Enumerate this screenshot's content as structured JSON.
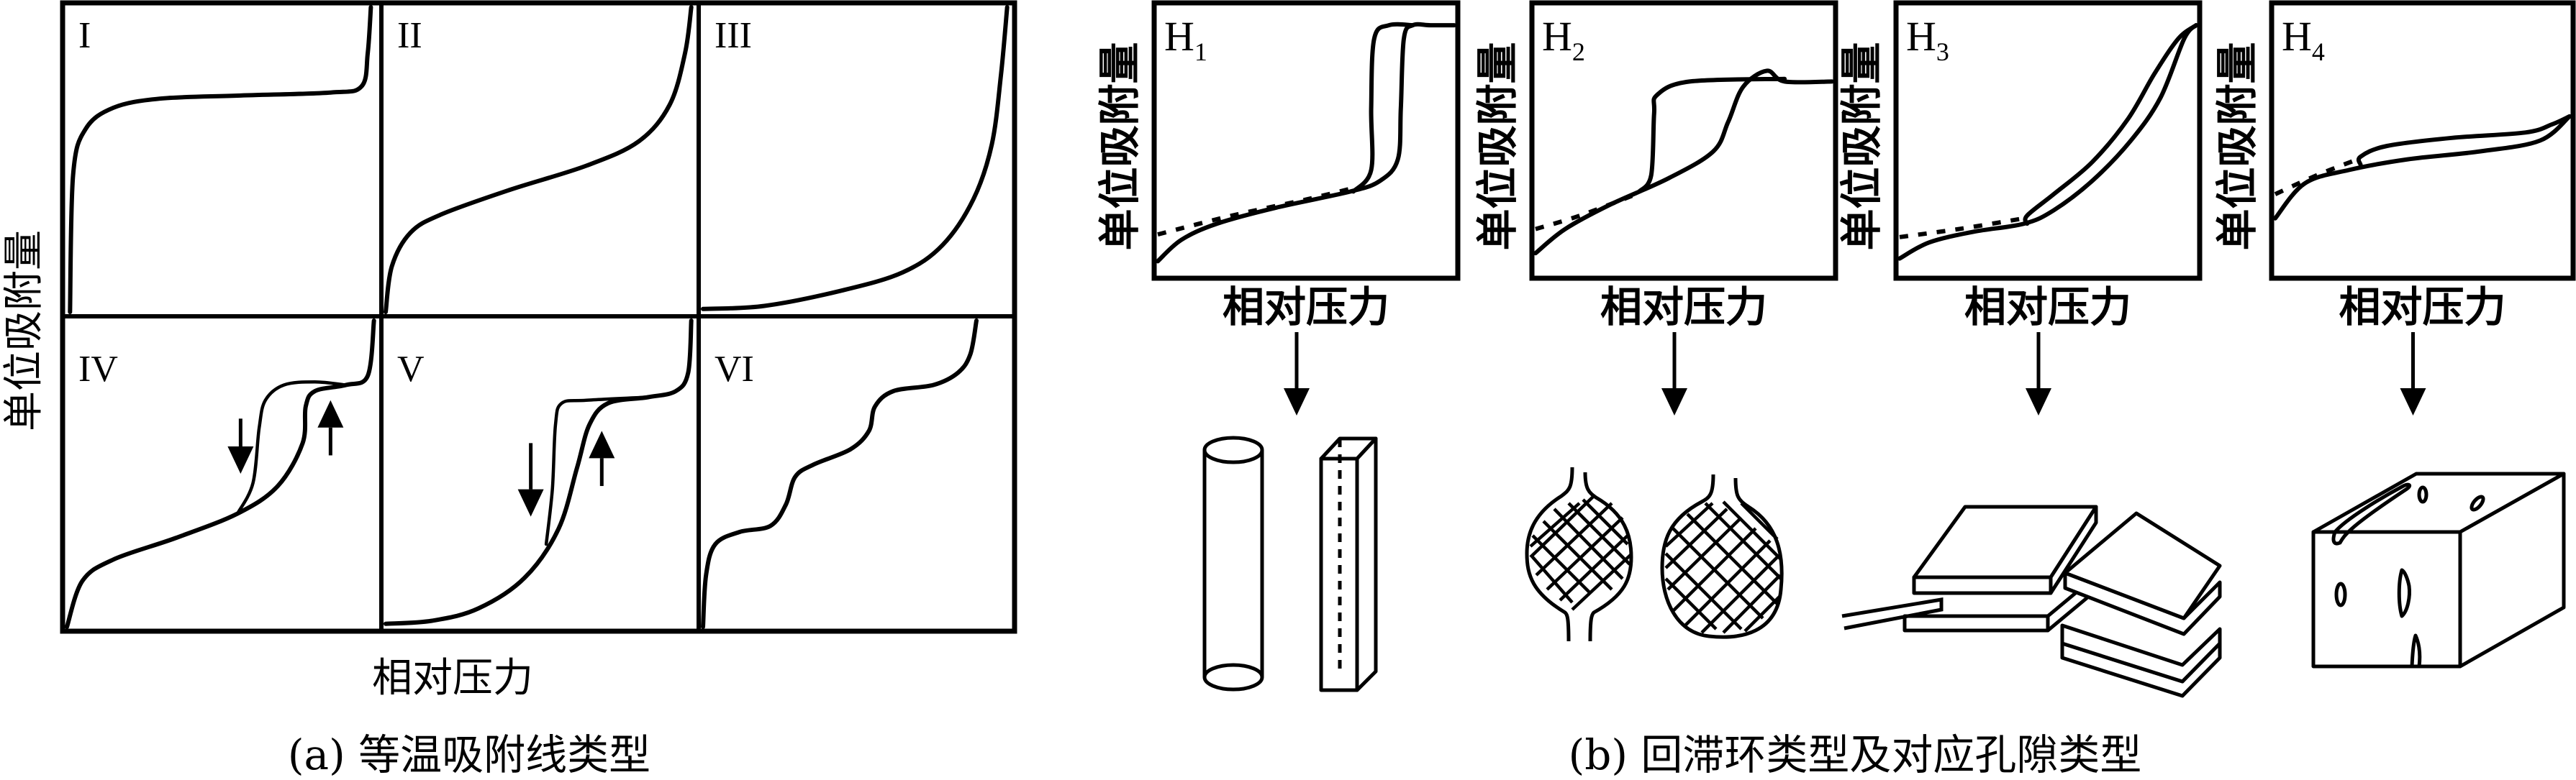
{
  "figure": {
    "panel_a": {
      "caption": "(a) 等温吸附线类型",
      "x_label": "相对压力",
      "y_label": "单位吸附量",
      "subplots": [
        {
          "id": "I",
          "label": "I",
          "type": "isotherm",
          "curves": [
            {
              "style": "solid",
              "points": [
                [
                  0.01,
                  0.0
                ],
                [
                  0.02,
                  0.45
                ],
                [
                  0.06,
                  0.6
                ],
                [
                  0.15,
                  0.67
                ],
                [
                  0.3,
                  0.7
                ],
                [
                  0.55,
                  0.71
                ],
                [
                  0.85,
                  0.72
                ],
                [
                  0.95,
                  0.74
                ],
                [
                  0.97,
                  0.85
                ],
                [
                  0.98,
                  1.0
                ]
              ]
            }
          ]
        },
        {
          "id": "II",
          "label": "II",
          "type": "isotherm",
          "curves": [
            {
              "style": "solid",
              "points": [
                [
                  0.0,
                  0.0
                ],
                [
                  0.02,
                  0.15
                ],
                [
                  0.08,
                  0.26
                ],
                [
                  0.18,
                  0.32
                ],
                [
                  0.4,
                  0.4
                ],
                [
                  0.65,
                  0.48
                ],
                [
                  0.82,
                  0.56
                ],
                [
                  0.92,
                  0.68
                ],
                [
                  0.97,
                  0.85
                ],
                [
                  0.99,
                  1.0
                ]
              ]
            }
          ]
        },
        {
          "id": "III",
          "label": "III",
          "type": "isotherm",
          "curves": [
            {
              "style": "solid",
              "points": [
                [
                  0.0,
                  0.01
                ],
                [
                  0.2,
                  0.02
                ],
                [
                  0.45,
                  0.07
                ],
                [
                  0.65,
                  0.13
                ],
                [
                  0.78,
                  0.22
                ],
                [
                  0.88,
                  0.37
                ],
                [
                  0.94,
                  0.55
                ],
                [
                  0.97,
                  0.78
                ],
                [
                  0.99,
                  1.0
                ]
              ]
            }
          ]
        },
        {
          "id": "IV",
          "label": "IV",
          "type": "isotherm-hysteresis",
          "curves": [
            {
              "style": "solid",
              "role": "adsorption",
              "points": [
                [
                  0.0,
                  0.0
                ],
                [
                  0.05,
                  0.15
                ],
                [
                  0.15,
                  0.22
                ],
                [
                  0.35,
                  0.29
                ],
                [
                  0.55,
                  0.37
                ],
                [
                  0.68,
                  0.46
                ],
                [
                  0.76,
                  0.6
                ],
                [
                  0.77,
                  0.72
                ],
                [
                  0.8,
                  0.77
                ],
                [
                  0.9,
                  0.79
                ],
                [
                  0.97,
                  0.82
                ],
                [
                  0.99,
                  1.0
                ]
              ]
            },
            {
              "style": "solid",
              "role": "desorption",
              "points": [
                [
                  0.55,
                  0.37
                ],
                [
                  0.6,
                  0.47
                ],
                [
                  0.62,
                  0.65
                ],
                [
                  0.64,
                  0.74
                ],
                [
                  0.7,
                  0.79
                ],
                [
                  0.8,
                  0.8
                ],
                [
                  0.9,
                  0.79
                ]
              ]
            }
          ],
          "arrows": [
            {
              "direction": "down",
              "x": 0.56,
              "y_from": 0.68,
              "y_to": 0.5
            },
            {
              "direction": "up",
              "x": 0.85,
              "y_from": 0.56,
              "y_to": 0.74
            }
          ]
        },
        {
          "id": "V",
          "label": "V",
          "type": "isotherm-hysteresis",
          "curves": [
            {
              "style": "solid",
              "role": "adsorption",
              "points": [
                [
                  0.0,
                  0.01
                ],
                [
                  0.15,
                  0.02
                ],
                [
                  0.3,
                  0.06
                ],
                [
                  0.45,
                  0.16
                ],
                [
                  0.56,
                  0.32
                ],
                [
                  0.62,
                  0.52
                ],
                [
                  0.66,
                  0.66
                ],
                [
                  0.72,
                  0.73
                ],
                [
                  0.85,
                  0.75
                ],
                [
                  0.94,
                  0.77
                ],
                [
                  0.98,
                  0.83
                ],
                [
                  0.99,
                  1.0
                ]
              ]
            },
            {
              "style": "solid",
              "role": "desorption",
              "points": [
                [
                  0.52,
                  0.27
                ],
                [
                  0.54,
                  0.45
                ],
                [
                  0.55,
                  0.66
                ],
                [
                  0.57,
                  0.73
                ],
                [
                  0.65,
                  0.74
                ],
                [
                  0.85,
                  0.75
                ]
              ]
            }
          ],
          "arrows": [
            {
              "direction": "down",
              "x": 0.47,
              "y_from": 0.6,
              "y_to": 0.36
            },
            {
              "direction": "up",
              "x": 0.7,
              "y_from": 0.46,
              "y_to": 0.64
            }
          ]
        },
        {
          "id": "VI",
          "label": "VI",
          "type": "isotherm-stepwise",
          "curves": [
            {
              "style": "solid",
              "points": [
                [
                  0.0,
                  0.0
                ],
                [
                  0.01,
                  0.17
                ],
                [
                  0.04,
                  0.27
                ],
                [
                  0.12,
                  0.31
                ],
                [
                  0.22,
                  0.33
                ],
                [
                  0.27,
                  0.4
                ],
                [
                  0.3,
                  0.49
                ],
                [
                  0.36,
                  0.53
                ],
                [
                  0.48,
                  0.58
                ],
                [
                  0.54,
                  0.64
                ],
                [
                  0.56,
                  0.72
                ],
                [
                  0.62,
                  0.77
                ],
                [
                  0.75,
                  0.79
                ],
                [
                  0.83,
                  0.83
                ],
                [
                  0.87,
                  0.89
                ],
                [
                  0.89,
                  1.0
                ]
              ]
            }
          ]
        }
      ]
    },
    "panel_b": {
      "caption": "(b) 回滞环类型及对应孔隙类型",
      "x_label": "相对压力",
      "y_label": "单位吸附量",
      "loops": [
        {
          "id": "H1",
          "label": "H",
          "subscript": "1",
          "pore_type": "cylindrical-and-prismatic-pores",
          "curves": [
            {
              "style": "solid",
              "role": "adsorption",
              "points": [
                [
                  0.0,
                  0.05
                ],
                [
                  0.08,
                  0.13
                ],
                [
                  0.2,
                  0.19
                ],
                [
                  0.4,
                  0.25
                ],
                [
                  0.65,
                  0.31
                ],
                [
                  0.75,
                  0.35
                ],
                [
                  0.81,
                  0.43
                ],
                [
                  0.82,
                  0.62
                ],
                [
                  0.83,
                  0.88
                ],
                [
                  0.86,
                  0.93
                ],
                [
                  0.92,
                  0.93
                ],
                [
                  1.0,
                  0.93
                ]
              ]
            },
            {
              "style": "solid",
              "role": "desorption",
              "points": [
                [
                  0.66,
                  0.31
                ],
                [
                  0.72,
                  0.39
                ],
                [
                  0.72,
                  0.62
                ],
                [
                  0.73,
                  0.88
                ],
                [
                  0.78,
                  0.93
                ],
                [
                  0.86,
                  0.93
                ]
              ]
            },
            {
              "style": "dashed",
              "role": "low-pressure-closure",
              "points": [
                [
                  0.0,
                  0.15
                ],
                [
                  0.25,
                  0.22
                ],
                [
                  0.5,
                  0.28
                ],
                [
                  0.65,
                  0.32
                ]
              ]
            }
          ]
        },
        {
          "id": "H2",
          "label": "H",
          "subscript": "2",
          "pore_type": "ink-bottle-pores",
          "curves": [
            {
              "style": "solid",
              "role": "adsorption",
              "points": [
                [
                  0.0,
                  0.08
                ],
                [
                  0.1,
                  0.17
                ],
                [
                  0.25,
                  0.26
                ],
                [
                  0.45,
                  0.36
                ],
                [
                  0.6,
                  0.46
                ],
                [
                  0.65,
                  0.57
                ],
                [
                  0.7,
                  0.7
                ],
                [
                  0.78,
                  0.76
                ],
                [
                  0.84,
                  0.72
                ],
                [
                  1.0,
                  0.72
                ]
              ]
            },
            {
              "style": "solid",
              "role": "desorption",
              "points": [
                [
                  0.35,
                  0.31
                ],
                [
                  0.39,
                  0.37
                ],
                [
                  0.4,
                  0.6
                ],
                [
                  0.41,
                  0.67
                ],
                [
                  0.52,
                  0.72
                ],
                [
                  0.84,
                  0.73
                ]
              ]
            },
            {
              "style": "dashed",
              "role": "low-pressure-closure",
              "points": [
                [
                  0.0,
                  0.17
                ],
                [
                  0.15,
                  0.22
                ],
                [
                  0.34,
                  0.3
                ]
              ]
            }
          ]
        },
        {
          "id": "H3",
          "label": "H",
          "subscript": "3",
          "pore_type": "slit-pores-from-plate-particles",
          "curves": [
            {
              "style": "solid",
              "role": "adsorption",
              "points": [
                [
                  0.0,
                  0.06
                ],
                [
                  0.1,
                  0.12
                ],
                [
                  0.25,
                  0.16
                ],
                [
                  0.42,
                  0.19
                ],
                [
                  0.52,
                  0.24
                ],
                [
                  0.65,
                  0.35
                ],
                [
                  0.78,
                  0.5
                ],
                [
                  0.88,
                  0.66
                ],
                [
                  0.96,
                  0.88
                ],
                [
                  1.0,
                  0.93
                ]
              ]
            },
            {
              "style": "solid",
              "role": "desorption",
              "points": [
                [
                  0.43,
                  0.19
                ],
                [
                  0.43,
                  0.22
                ],
                [
                  0.52,
                  0.3
                ],
                [
                  0.65,
                  0.42
                ],
                [
                  0.77,
                  0.58
                ],
                [
                  0.86,
                  0.75
                ],
                [
                  0.94,
                  0.88
                ],
                [
                  1.0,
                  0.93
                ]
              ]
            },
            {
              "style": "dashed",
              "role": "low-pressure-closure",
              "points": [
                [
                  0.0,
                  0.14
                ],
                [
                  0.2,
                  0.17
                ],
                [
                  0.42,
                  0.21
                ]
              ]
            }
          ]
        },
        {
          "id": "H4",
          "label": "H",
          "subscript": "4",
          "pore_type": "narrow-slit-pores",
          "curves": [
            {
              "style": "solid",
              "role": "adsorption",
              "points": [
                [
                  0.0,
                  0.21
                ],
                [
                  0.1,
                  0.34
                ],
                [
                  0.25,
                  0.39
                ],
                [
                  0.45,
                  0.43
                ],
                [
                  0.7,
                  0.46
                ],
                [
                  0.9,
                  0.5
                ],
                [
                  1.0,
                  0.59
                ]
              ]
            },
            {
              "style": "solid",
              "role": "desorption",
              "points": [
                [
                  0.29,
                  0.41
                ],
                [
                  0.29,
                  0.44
                ],
                [
                  0.38,
                  0.48
                ],
                [
                  0.6,
                  0.51
                ],
                [
                  0.85,
                  0.53
                ],
                [
                  0.94,
                  0.56
                ],
                [
                  1.0,
                  0.59
                ]
              ]
            },
            {
              "style": "dashed",
              "role": "low-pressure-closure",
              "points": [
                [
                  0.0,
                  0.3
                ],
                [
                  0.14,
                  0.37
                ],
                [
                  0.28,
                  0.43
                ]
              ]
            }
          ]
        }
      ]
    }
  }
}
